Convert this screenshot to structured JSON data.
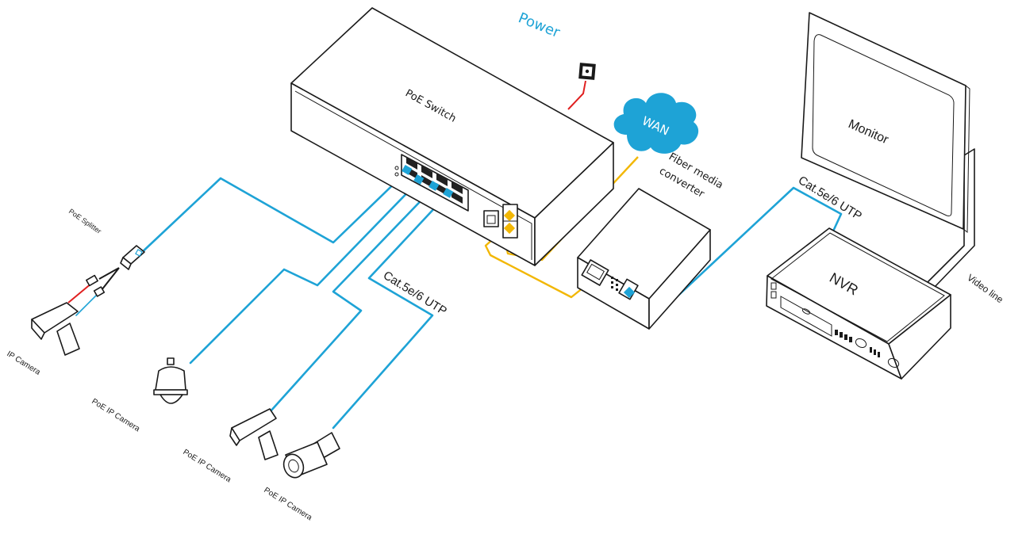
{
  "diagram": {
    "title": "PoE Switch network topology",
    "colors": {
      "ethernet_cable": "#1ea3d6",
      "fiber_cable": "#f2b705",
      "power_cable": "#e02020",
      "wan_cloud": "#1ea3d6",
      "outline": "#1a1a1a",
      "power_label": "#1ea3d6"
    },
    "nodes": {
      "switch": {
        "label": "PoE Switch",
        "poe_ports": 8,
        "sfp_ports": 2
      },
      "power": {
        "label": "Power"
      },
      "wan": {
        "label": "WAN"
      },
      "fiber_converter": {
        "label_line1": "Fiber media",
        "label_line2": "converter"
      },
      "monitor": {
        "label": "Monitor"
      },
      "nvr": {
        "label": "NVR"
      },
      "splitter": {
        "label": "PoE Splitter"
      },
      "ip_camera": {
        "label": "IP Camera"
      },
      "poe_camera_dome": {
        "label": "PoE IP Camera"
      },
      "poe_camera_box": {
        "label": "PoE IP Camera"
      },
      "poe_camera_bullet": {
        "label": "PoE IP Camera"
      }
    },
    "cable_labels": {
      "switch_to_cameras": "Cat.5e/6 UTP",
      "converter_to_nvr": "Cat.5e/6 UTP",
      "nvr_to_monitor": "Video line"
    }
  }
}
